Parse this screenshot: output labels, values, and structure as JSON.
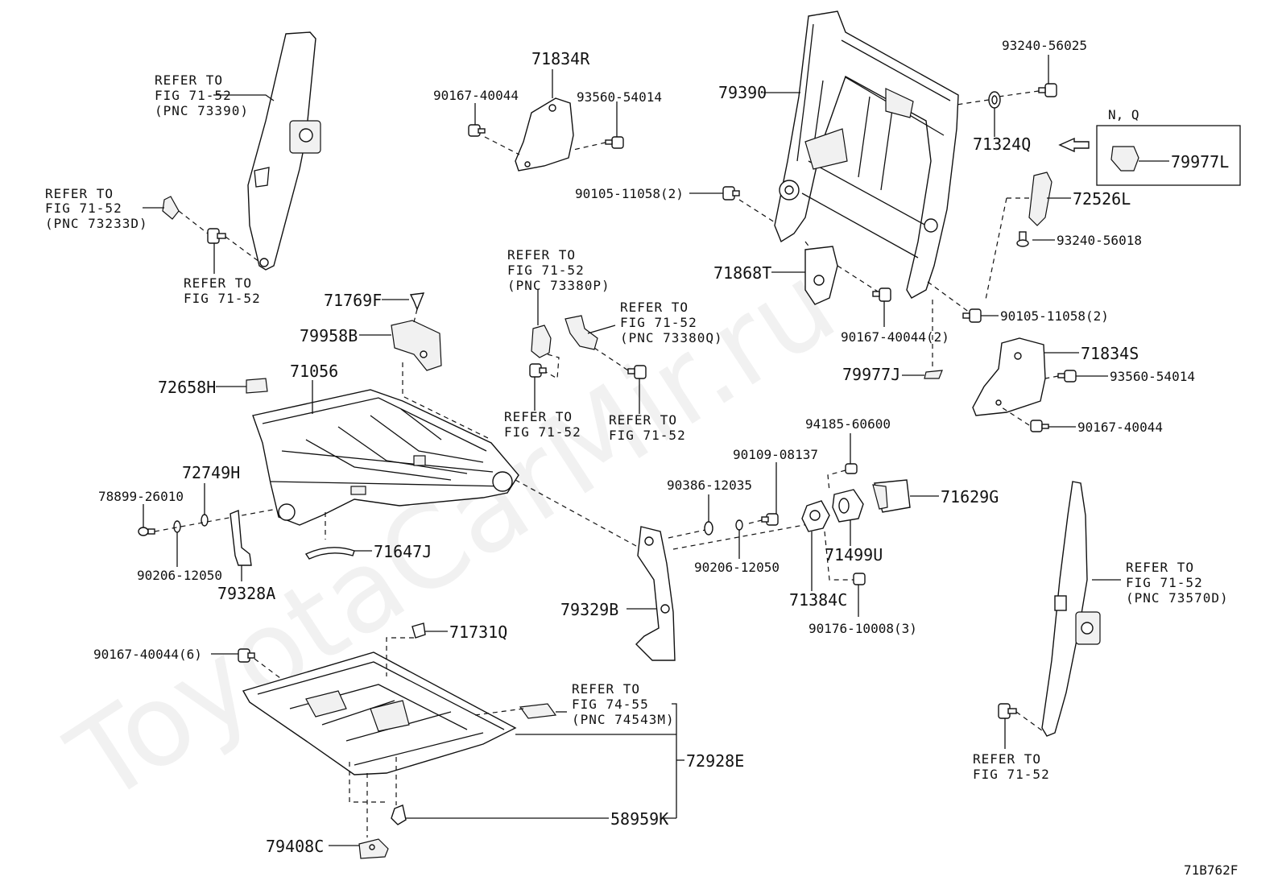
{
  "watermark": "ToyotaCarMir.ru",
  "figure_code": "71B762F",
  "variant_box_title": "N, Q",
  "parts": {
    "p71834R": "71834R",
    "p90167_40044_top": "90167-40044",
    "p93560_54014_top": "93560-54014",
    "p79390": "79390",
    "p93240_56025": "93240-56025",
    "p71324Q": "71324Q",
    "p79977L": "79977L",
    "p90105_11058_left": "90105-11058(2)",
    "p72526L": "72526L",
    "p93240_56018": "93240-56018",
    "p71868T": "71868T",
    "p90105_11058_right": "90105-11058(2)",
    "p90167_40044_2": "90167-40044(2)",
    "p79977J": "79977J",
    "p71834S": "71834S",
    "p93560_54014_right": "93560-54014",
    "p90167_40044_right": "90167-40044",
    "p71769F": "71769F",
    "p79958B": "79958B",
    "p72658H": "72658H",
    "p71056": "71056",
    "p72749H": "72749H",
    "p78899_26010": "78899-26010",
    "p90206_12050_left": "90206-12050",
    "p79328A": "79328A",
    "p71647J": "71647J",
    "p94185_60600": "94185-60600",
    "p90109_08137": "90109-08137",
    "p90386_12035": "90386-12035",
    "p71629G": "71629G",
    "p90206_12050_mid": "90206-12050",
    "p71499U": "71499U",
    "p79329B": "79329B",
    "p71384C": "71384C",
    "p90176_10008": "90176-10008(3)",
    "p71731Q": "71731Q",
    "p90167_40044_6": "90167-40044(6)",
    "p72928E": "72928E",
    "p58959K": "58959K",
    "p79408C": "79408C"
  },
  "refs": {
    "r1": [
      "REFER TO",
      "FIG 71-52",
      "(PNC 73390)"
    ],
    "r2": [
      "REFER TO",
      "FIG 71-52",
      "(PNC 73233D)"
    ],
    "r3": [
      "REFER TO",
      "FIG 71-52"
    ],
    "r4": [
      "REFER TO",
      "FIG 71-52",
      "(PNC 73380P)"
    ],
    "r5": [
      "REFER TO",
      "FIG 71-52",
      "(PNC 73380Q)"
    ],
    "r6": [
      "REFER TO",
      "FIG 71-52"
    ],
    "r7": [
      "REFER TO",
      "FIG 71-52"
    ],
    "r8": [
      "REFER TO",
      "FIG 71-52",
      "(PNC 73570D)"
    ],
    "r9": [
      "REFER TO",
      "FIG 71-52"
    ],
    "r10": [
      "REFER TO",
      "FIG 74-55",
      "(PNC 74543M)"
    ]
  }
}
